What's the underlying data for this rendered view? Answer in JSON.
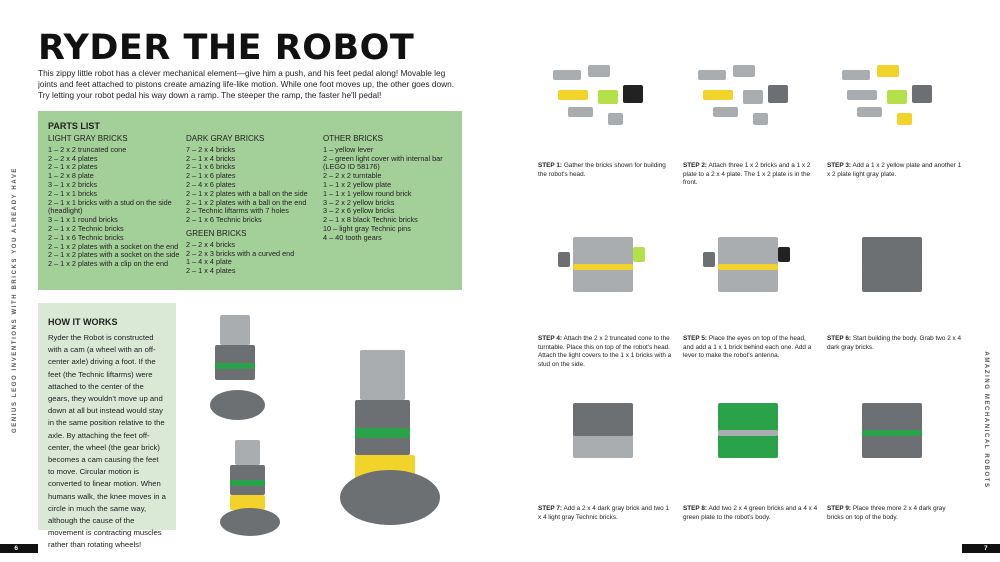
{
  "title": "RYDER THE ROBOT",
  "intro": "This zippy little robot has a clever mechanical element—give him a push, and his feet pedal along!  Movable leg joints and feet attached to pistons create amazing life-like motion.  While one foot moves up, the other goes down.  Try letting your robot pedal his way down a ramp. The steeper the ramp, the faster he'll pedal!",
  "parts": {
    "heading": "PARTS LIST",
    "light_gray": {
      "heading": "LIGHT GRAY BRICKS",
      "items": [
        "1 – 2 x 2 truncated cone",
        "2 – 2 x 4 plates",
        "2 – 1 x 2 plates",
        "1 – 2 x 8 plate",
        "3 – 1 x 2 bricks",
        "2 – 1 x 1 bricks",
        "2 – 1 x 1 bricks with a stud on the side (headlight)",
        "3 – 1 x 1 round bricks",
        "2 – 1 x 2 Technic bricks",
        "2 – 1 x 6 Technic bricks",
        "2 – 1 x 2 plates with a socket on the end",
        "2 – 1 x 2 plates with a socket on the side",
        "2 – 1 x 2 plates with a clip on the end"
      ]
    },
    "dark_gray": {
      "heading": "DARK GRAY BRICKS",
      "items": [
        "7 – 2 x 4 bricks",
        "2 – 1 x 4 bricks",
        "2 – 1 x 6 bricks",
        "2 – 1 x 6 plates",
        "2 – 4 x 6 plates",
        "2 – 1 x 2 plates with a ball on the side",
        "2 – 1 x 2 plates with a ball on the end",
        "2 – Technic liftarms with 7 holes",
        "2 – 1 x 6 Technic bricks"
      ]
    },
    "green": {
      "heading": "GREEN BRICKS",
      "items": [
        "2 – 2 x 4 bricks",
        "2 – 2 x 3 bricks with a curved end",
        "1 – 4 x 4 plate",
        "2 – 1 x 4 plates"
      ]
    },
    "other": {
      "heading": "OTHER BRICKS",
      "items": [
        "1 – yellow lever",
        "2 – green light cover with internal bar (LEGO ID 58176)",
        "2 – 2 x 2 turntable",
        "1 – 1 x 2 yellow plate",
        "1 – 1 x 1 yellow round brick",
        "3 – 2 x 2 yellow bricks",
        "3 – 2 x 6 yellow bricks",
        "2 – 1 x 8 black Technic bricks",
        "10 – light gray Technic pins",
        "4 – 40 tooth gears"
      ]
    }
  },
  "how": {
    "heading": "HOW IT WORKS",
    "text": "Ryder the Robot is constructed with a cam (a wheel with an off-center axle) driving a foot. If the feet (the Technic liftarms) were attached to the center of the gears, they wouldn't move up and down at all but instead would stay in the same position relative to the axle. By attaching the feet off-center, the wheel (the gear brick) becomes a cam causing the feet to move. Circular motion is converted to linear motion.  When humans walk, the knee moves in a circle in much the same way, although the cause of the movement is contracting muscles rather than rotating wheels!"
  },
  "steps": [
    {
      "label": "STEP 1:",
      "text": " Gather the bricks shown for building the robot's head."
    },
    {
      "label": "STEP 2:",
      "text": " Attach three 1 x 2 bricks and a 1 x 2 plate to a 2 x 4 plate. The 1 x 2 plate is in the front."
    },
    {
      "label": "STEP 3:",
      "text": " Add a 1 x 2 yellow plate and another 1 x 2 plate light gray plate."
    },
    {
      "label": "STEP 4:",
      "text": " Attach the 2 x 2 truncated cone to the turntable. Place this on top of the robot's head. Attach the light covers to the 1 x 1 bricks with a stud on the side."
    },
    {
      "label": "STEP 5:",
      "text": " Place the eyes on top of the head, and add a 1 x 1 brick behind each one. Add a lever to make the robot's antenna."
    },
    {
      "label": "STEP 6:",
      "text": " Start building the body. Grab two 2 x 4 dark gray bricks."
    },
    {
      "label": "STEP 7:",
      "text": " Add a 2 x 4 dark gray brick and two 1 x 4 light gray Technic bricks."
    },
    {
      "label": "STEP 8:",
      "text": " Add two 2 x 4 green bricks and a 4 x 4 green plate to the robot's body."
    },
    {
      "label": "STEP 9:",
      "text": " Place three more 2 x 4 dark gray bricks on top of the body."
    }
  ],
  "side_left": "GENIUS LEGO INVENTIONS WITH BRICKS YOU ALREADY HAVE",
  "side_right": "AMAZING MECHANICAL ROBOTS",
  "page_left": "6",
  "page_right": "7",
  "colors": {
    "parts_bg": "#a3cf98",
    "how_bg": "#d9e9d5"
  }
}
